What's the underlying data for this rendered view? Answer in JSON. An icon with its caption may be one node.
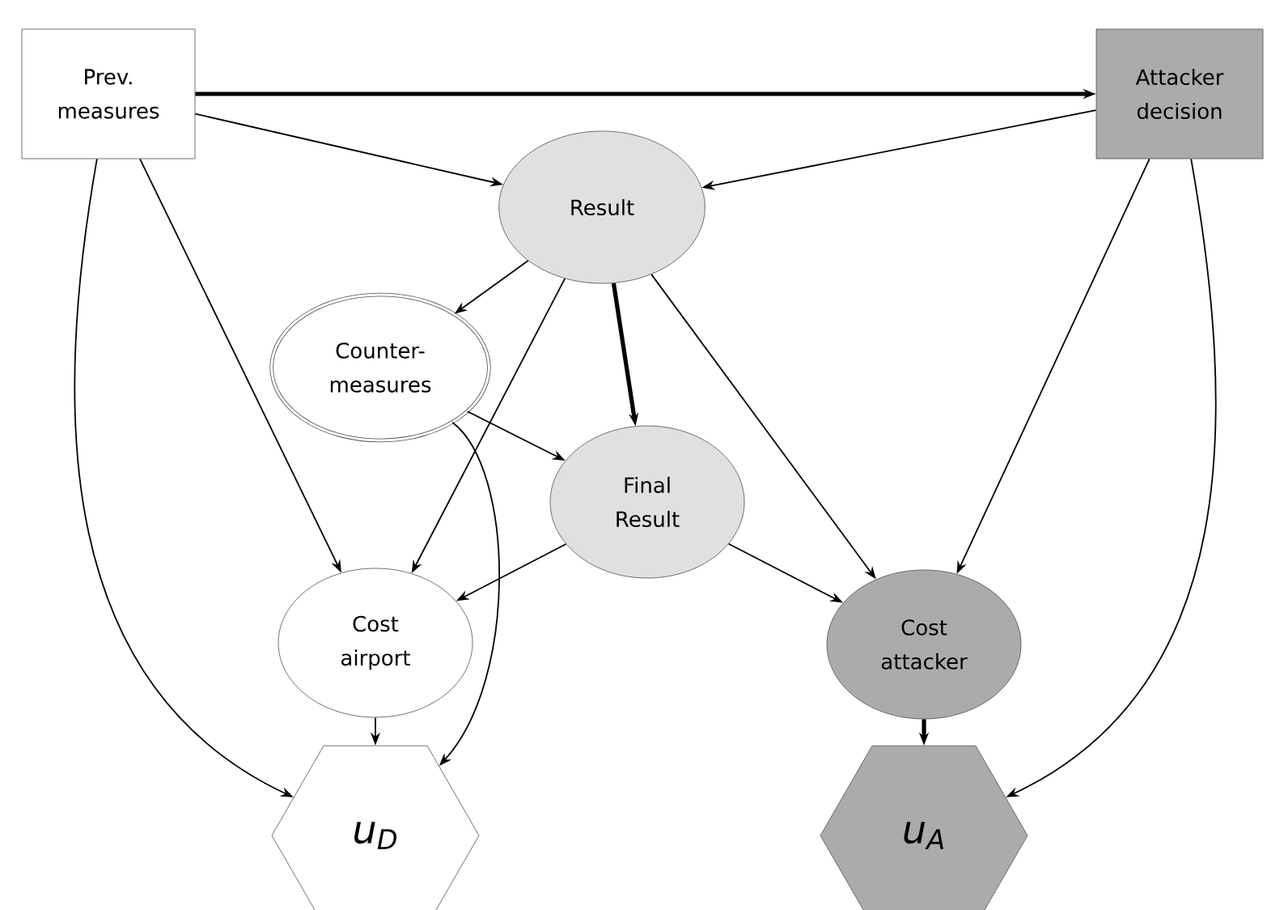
{
  "diagram": {
    "nodes": [
      {
        "text": [
          "Prev. measures"
        ]
      },
      {
        "text": [
          "Attacker decision"
        ]
      },
      {
        "text": [
          "Result"
        ]
      },
      {
        "text": [
          "Counter-measures"
        ]
      },
      {
        "text": [
          "Final Result"
        ]
      },
      {
        "text": [
          "Cost airport"
        ]
      },
      {
        "text": [
          "Cost attacker"
        ]
      },
      {
        "text": [
          "u$_{D}$"
        ]
      },
      {
        "text": [
          "u$_{A}$"
        ]
      }
    ],
    "edges": [
      {
        "from": 0,
        "to": 1,
        "arrow": "to",
        "style": "thick"
      },
      {
        "from": 0,
        "to": 2,
        "arrow": "to"
      },
      {
        "from": 1,
        "to": 2,
        "arrow": "to"
      },
      {
        "from": 2,
        "to": 3,
        "arrow": "to"
      },
      {
        "from": 2,
        "to": 4,
        "arrow": "to",
        "style": "thick"
      },
      {
        "from": 2,
        "to": 5,
        "arrow": "to"
      },
      {
        "from": 2,
        "to": 6,
        "arrow": "to"
      },
      {
        "from": 0,
        "to": 5,
        "arrow": "to"
      },
      {
        "from": 0,
        "to": 7,
        "arrow": "to"
      },
      {
        "from": 3,
        "to": 4,
        "arrow": "to"
      },
      {
        "from": 3,
        "to": 7,
        "arrow": "to"
      },
      {
        "from": 4,
        "to": 5,
        "arrow": "to"
      },
      {
        "from": 4,
        "to": 6,
        "arrow": "to"
      },
      {
        "from": 1,
        "to": 6,
        "arrow": "to"
      },
      {
        "from": 1,
        "to": 8,
        "arrow": "to"
      },
      {
        "from": 5,
        "to": 7,
        "arrow": "to"
      },
      {
        "from": 6,
        "to": 8,
        "arrow": "to",
        "style": "thick"
      }
    ]
  }
}
